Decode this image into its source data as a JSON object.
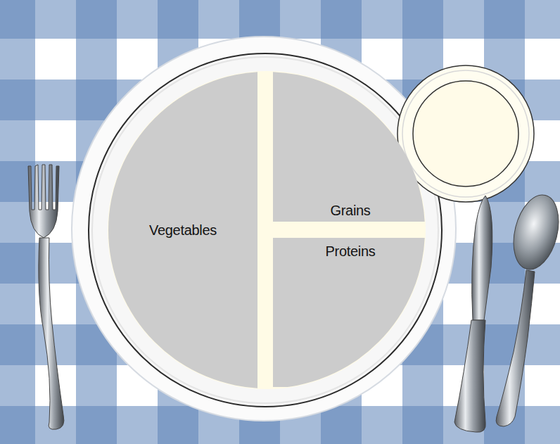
{
  "diagram": {
    "nodes": [
      {
        "text": [
          "Vegetables"
        ]
      },
      {
        "text": [
          "Grains"
        ]
      },
      {
        "text": [
          "Proteins"
        ]
      }
    ]
  }
}
